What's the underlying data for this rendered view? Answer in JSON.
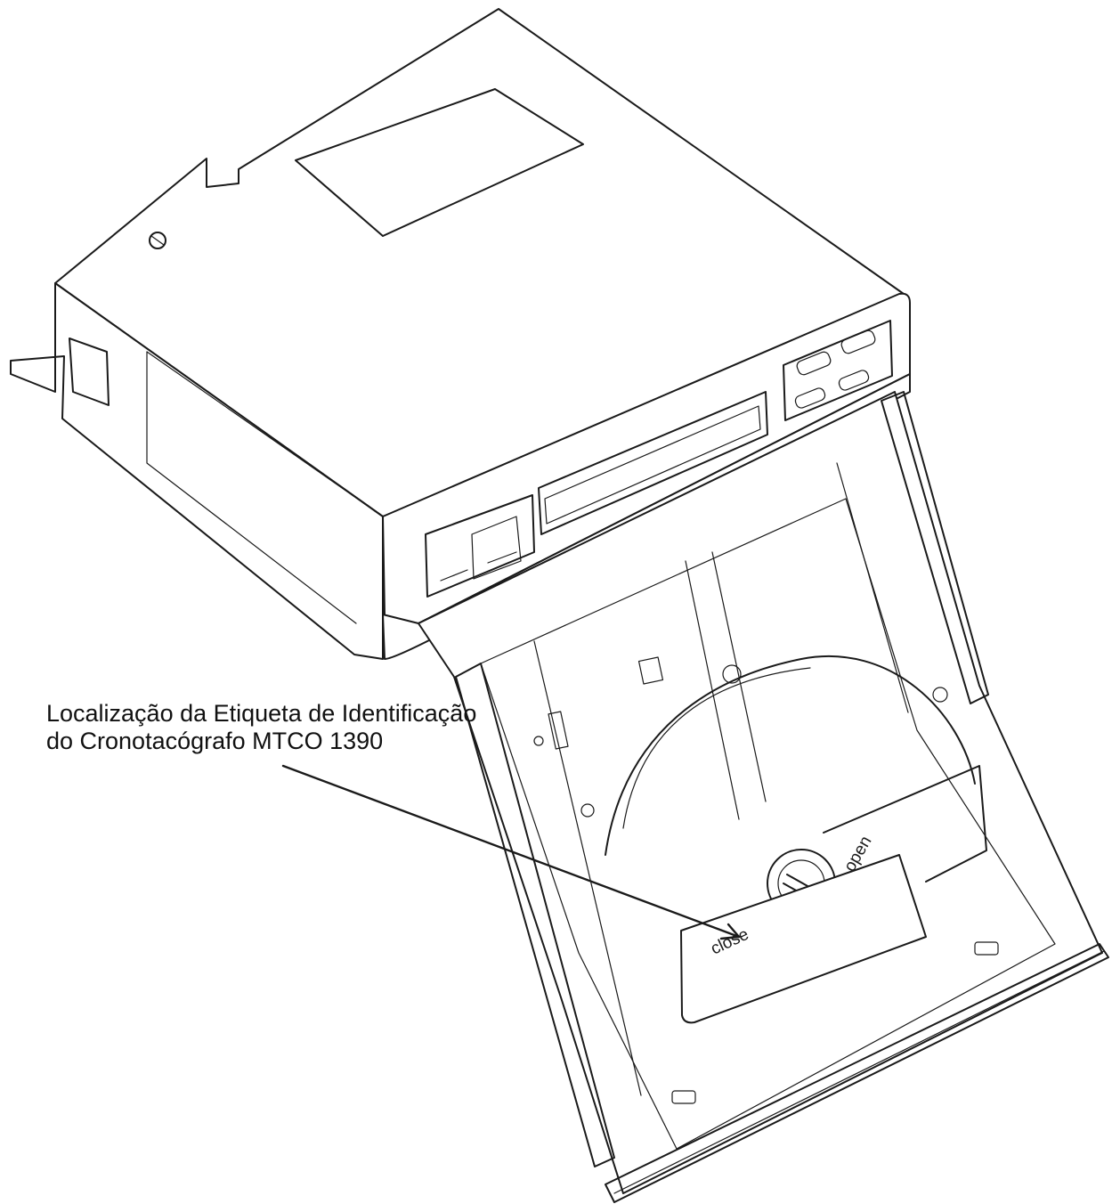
{
  "callout": {
    "line1": "Localização da Etiqueta de Identificação",
    "line2": "do Cronotacógrafo MTCO 1390"
  },
  "drawer_labels": {
    "close": "close",
    "open": "open"
  }
}
